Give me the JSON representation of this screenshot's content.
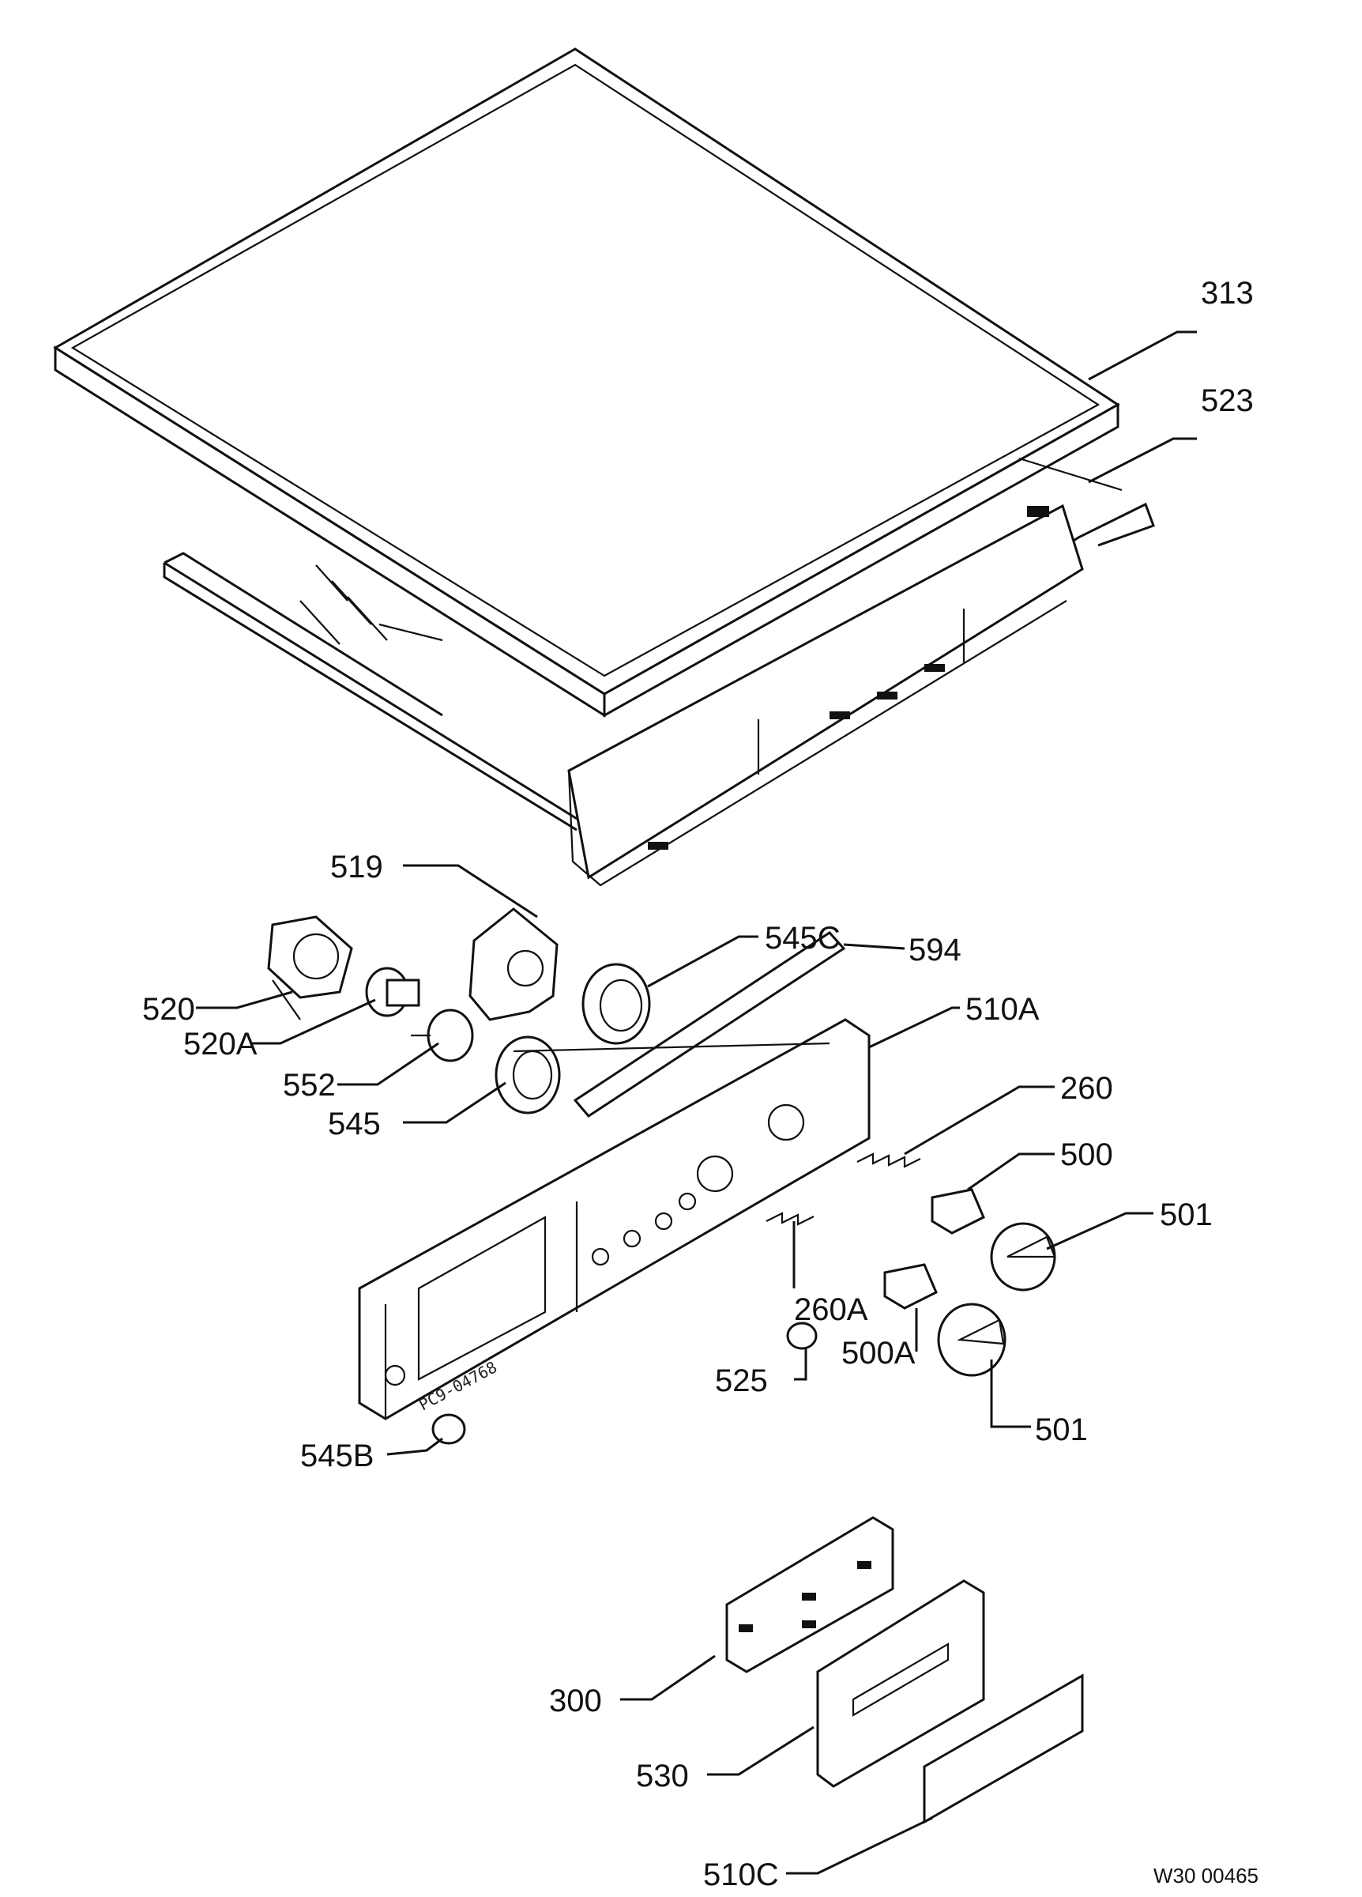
{
  "labels": {
    "p313": "313",
    "p523": "523",
    "p519": "519",
    "p520": "520",
    "p520A": "520A",
    "p552": "552",
    "p545": "545",
    "p545C": "545C",
    "p594": "594",
    "p510A": "510A",
    "p260": "260",
    "p500": "500",
    "p501a": "501",
    "p260A": "260A",
    "p500A": "500A",
    "p525": "525",
    "p501b": "501",
    "p545B": "545B",
    "p300": "300",
    "p530": "530",
    "p510C": "510C"
  },
  "stamp": "PC9-04768",
  "reference": "W30 00465"
}
